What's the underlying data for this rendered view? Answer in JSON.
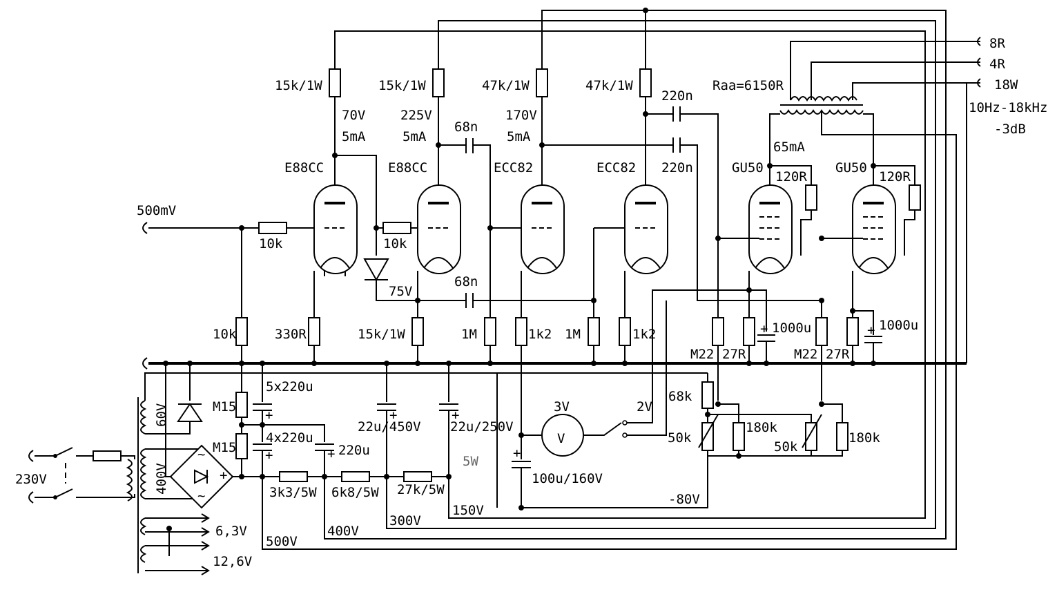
{
  "labels": {
    "in_signal": "500mV",
    "mains": "230V",
    "r_in": "10k",
    "r_grid2": "10k",
    "r_bias1": "10k",
    "r_k1": "330R",
    "r_load1": "15k/1W",
    "r_load2": "15k/1W",
    "r_k2": "15k/1W",
    "r_load3": "47k/1W",
    "r_load4": "47k/1W",
    "r_g3": "1M",
    "r_k3": "1k2",
    "r_g4": "1M",
    "r_k4": "1k2",
    "v_a1": "70V",
    "i_a1": "5mA",
    "v_a2": "225V",
    "i_a2": "5mA",
    "v_a3": "170V",
    "i_a3": "5mA",
    "v_k2": "75V",
    "c_68n_a": "68n",
    "c_68n_b": "68n",
    "c_220n_a": "220n",
    "c_220n_b": "220n",
    "tube1": "E88CC",
    "tube2": "E88CC",
    "tube3": "ECC82",
    "tube4": "ECC82",
    "tube5": "GU50",
    "tube6": "GU50",
    "raa": "Raa=6150R",
    "out_8r": "8R",
    "out_4r": "4R",
    "out_power": "18W",
    "bandwidth": "10Hz-18kHz",
    "minus3db": "-3dB",
    "i_out": "65mA",
    "r_g2_a": "120R",
    "r_g2_b": "120R",
    "r_m22_a": "M22",
    "r_27r_a": "27R",
    "c_1000u_a": "1000u",
    "r_m22_b": "M22",
    "r_27r_b": "27R",
    "c_1000u_b": "1000u",
    "r_68k": "68k",
    "r_180k_a": "180k",
    "r_180k_b": "180k",
    "pot_50k_a": "50k",
    "pot_50k_b": "50k",
    "v_bias": "-80V",
    "meter_range": "3V",
    "meter_symbol": "V",
    "meter_tap": "2V",
    "c_meter": "100u/160V",
    "c_5x220u": "5x220u",
    "c_4x220u": "4x220u",
    "c_220u": "220u",
    "r_m15_a": "M15",
    "r_m15_b": "M15",
    "c_22u_450": "22u/450V",
    "c_22u_250": "22u/250V",
    "r_3k3": "3k3/5W",
    "r_6k8": "6k8/5W",
    "r_27k": "27k/5W",
    "p_5w": "5W",
    "v_500": "500V",
    "v_400": "400V",
    "v_300": "300V",
    "v_150": "150V",
    "w_60v": "60V",
    "w_400v": "400V",
    "w_63v": "6,3V",
    "w_126v": "12,6V"
  }
}
